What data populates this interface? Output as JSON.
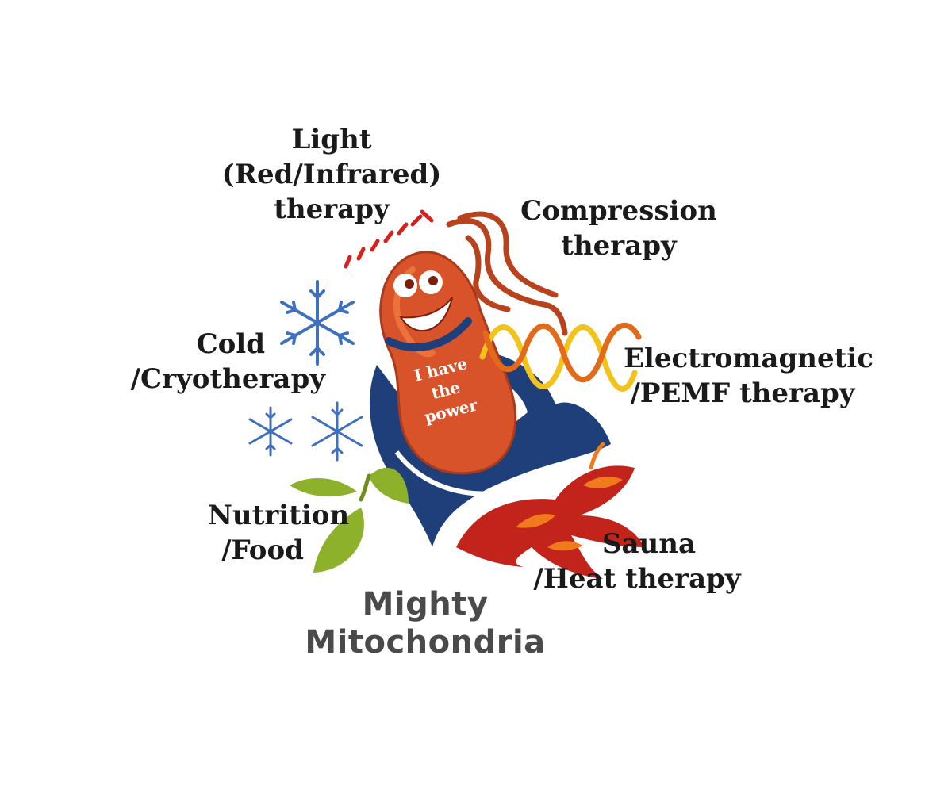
{
  "labels": {
    "light": [
      "Light",
      "(Red/Infrared)",
      "therapy"
    ],
    "compression": [
      "Compression",
      "therapy"
    ],
    "cold": [
      "Cold",
      "/Cryotherapy"
    ],
    "electromagnetic": [
      "Electromagnetic",
      "/PEMF therapy"
    ],
    "nutrition": [
      "Nutrition",
      "/Food"
    ],
    "sauna": [
      "Sauna",
      "/Heat therapy"
    ]
  },
  "character_text": [
    "I have",
    "the",
    "power"
  ],
  "title": [
    "Mighty",
    "Mitochondria"
  ],
  "colors": {
    "mito_body": "#d9532a",
    "mito_highlight": "#ef7a3e",
    "cape_blue": "#1f3f7a",
    "snowflake_blue": "#3f6fbf",
    "light_rays": "#d8211f",
    "compression_lines": "#b8421c",
    "wave_yellow": "#f2c31b",
    "wave_orange": "#e26a18",
    "leaf_green": "#8db12b",
    "flame_red": "#c2231a",
    "flame_orange": "#f07a1c",
    "title_gray": "#4a4a4a"
  },
  "icons": [
    "light-rays-icon",
    "compression-lines-icon",
    "snowflake-icon",
    "dna-wave-icon",
    "leaf-icon",
    "flame-icon",
    "mitochondria-mascot"
  ]
}
